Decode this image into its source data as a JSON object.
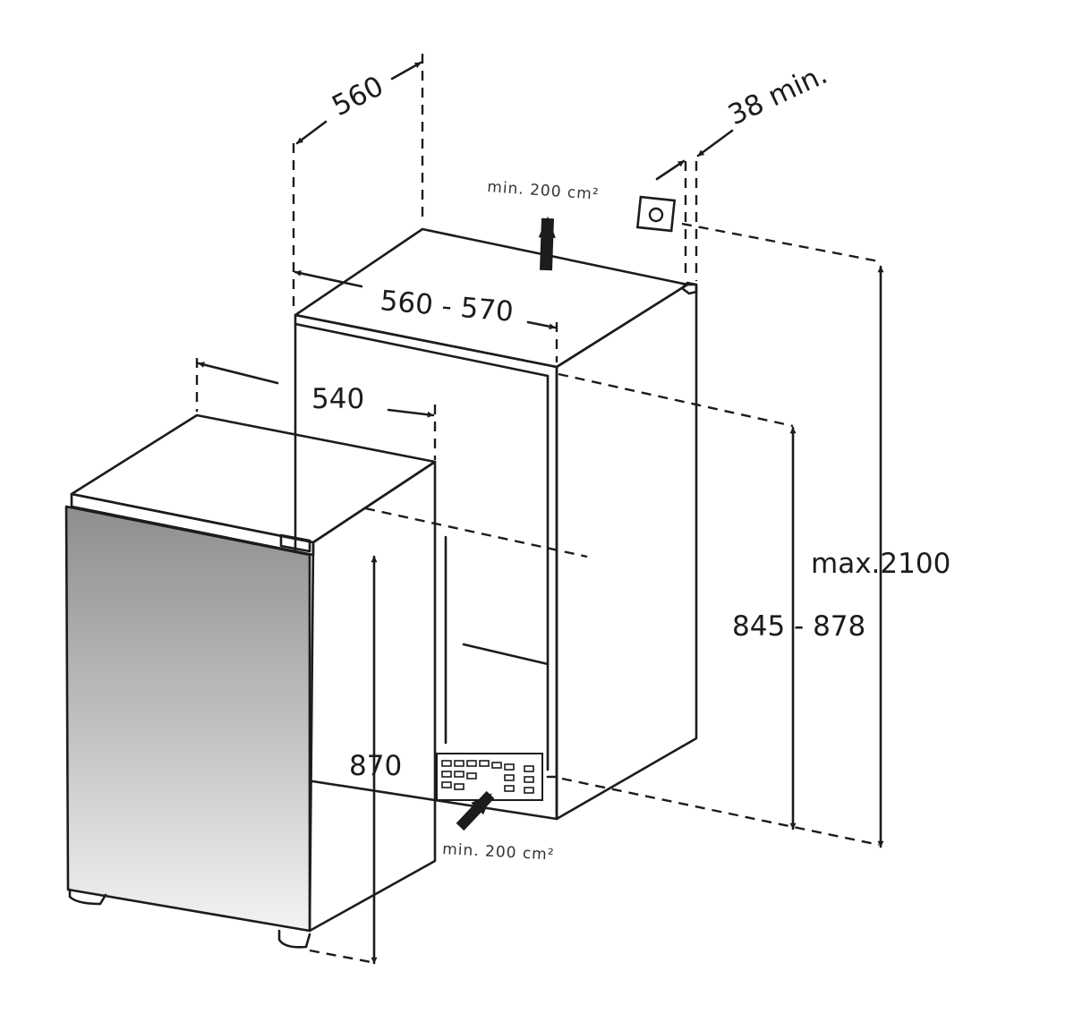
{
  "dimensions": {
    "niche_depth": "560",
    "niche_width": "560 - 570",
    "appliance_width": "540",
    "top_gap": "38 min.",
    "ceiling_height": "max.2100",
    "niche_height": "845 - 878",
    "appliance_height": "870"
  },
  "ventilation": {
    "top": "min. 200 cm²",
    "bottom": "min. 200 cm²"
  },
  "colors": {
    "line": "#1c1c1c",
    "door_gradient_top": "#8e8e8e",
    "door_gradient_bottom": "#f3f3f3"
  }
}
